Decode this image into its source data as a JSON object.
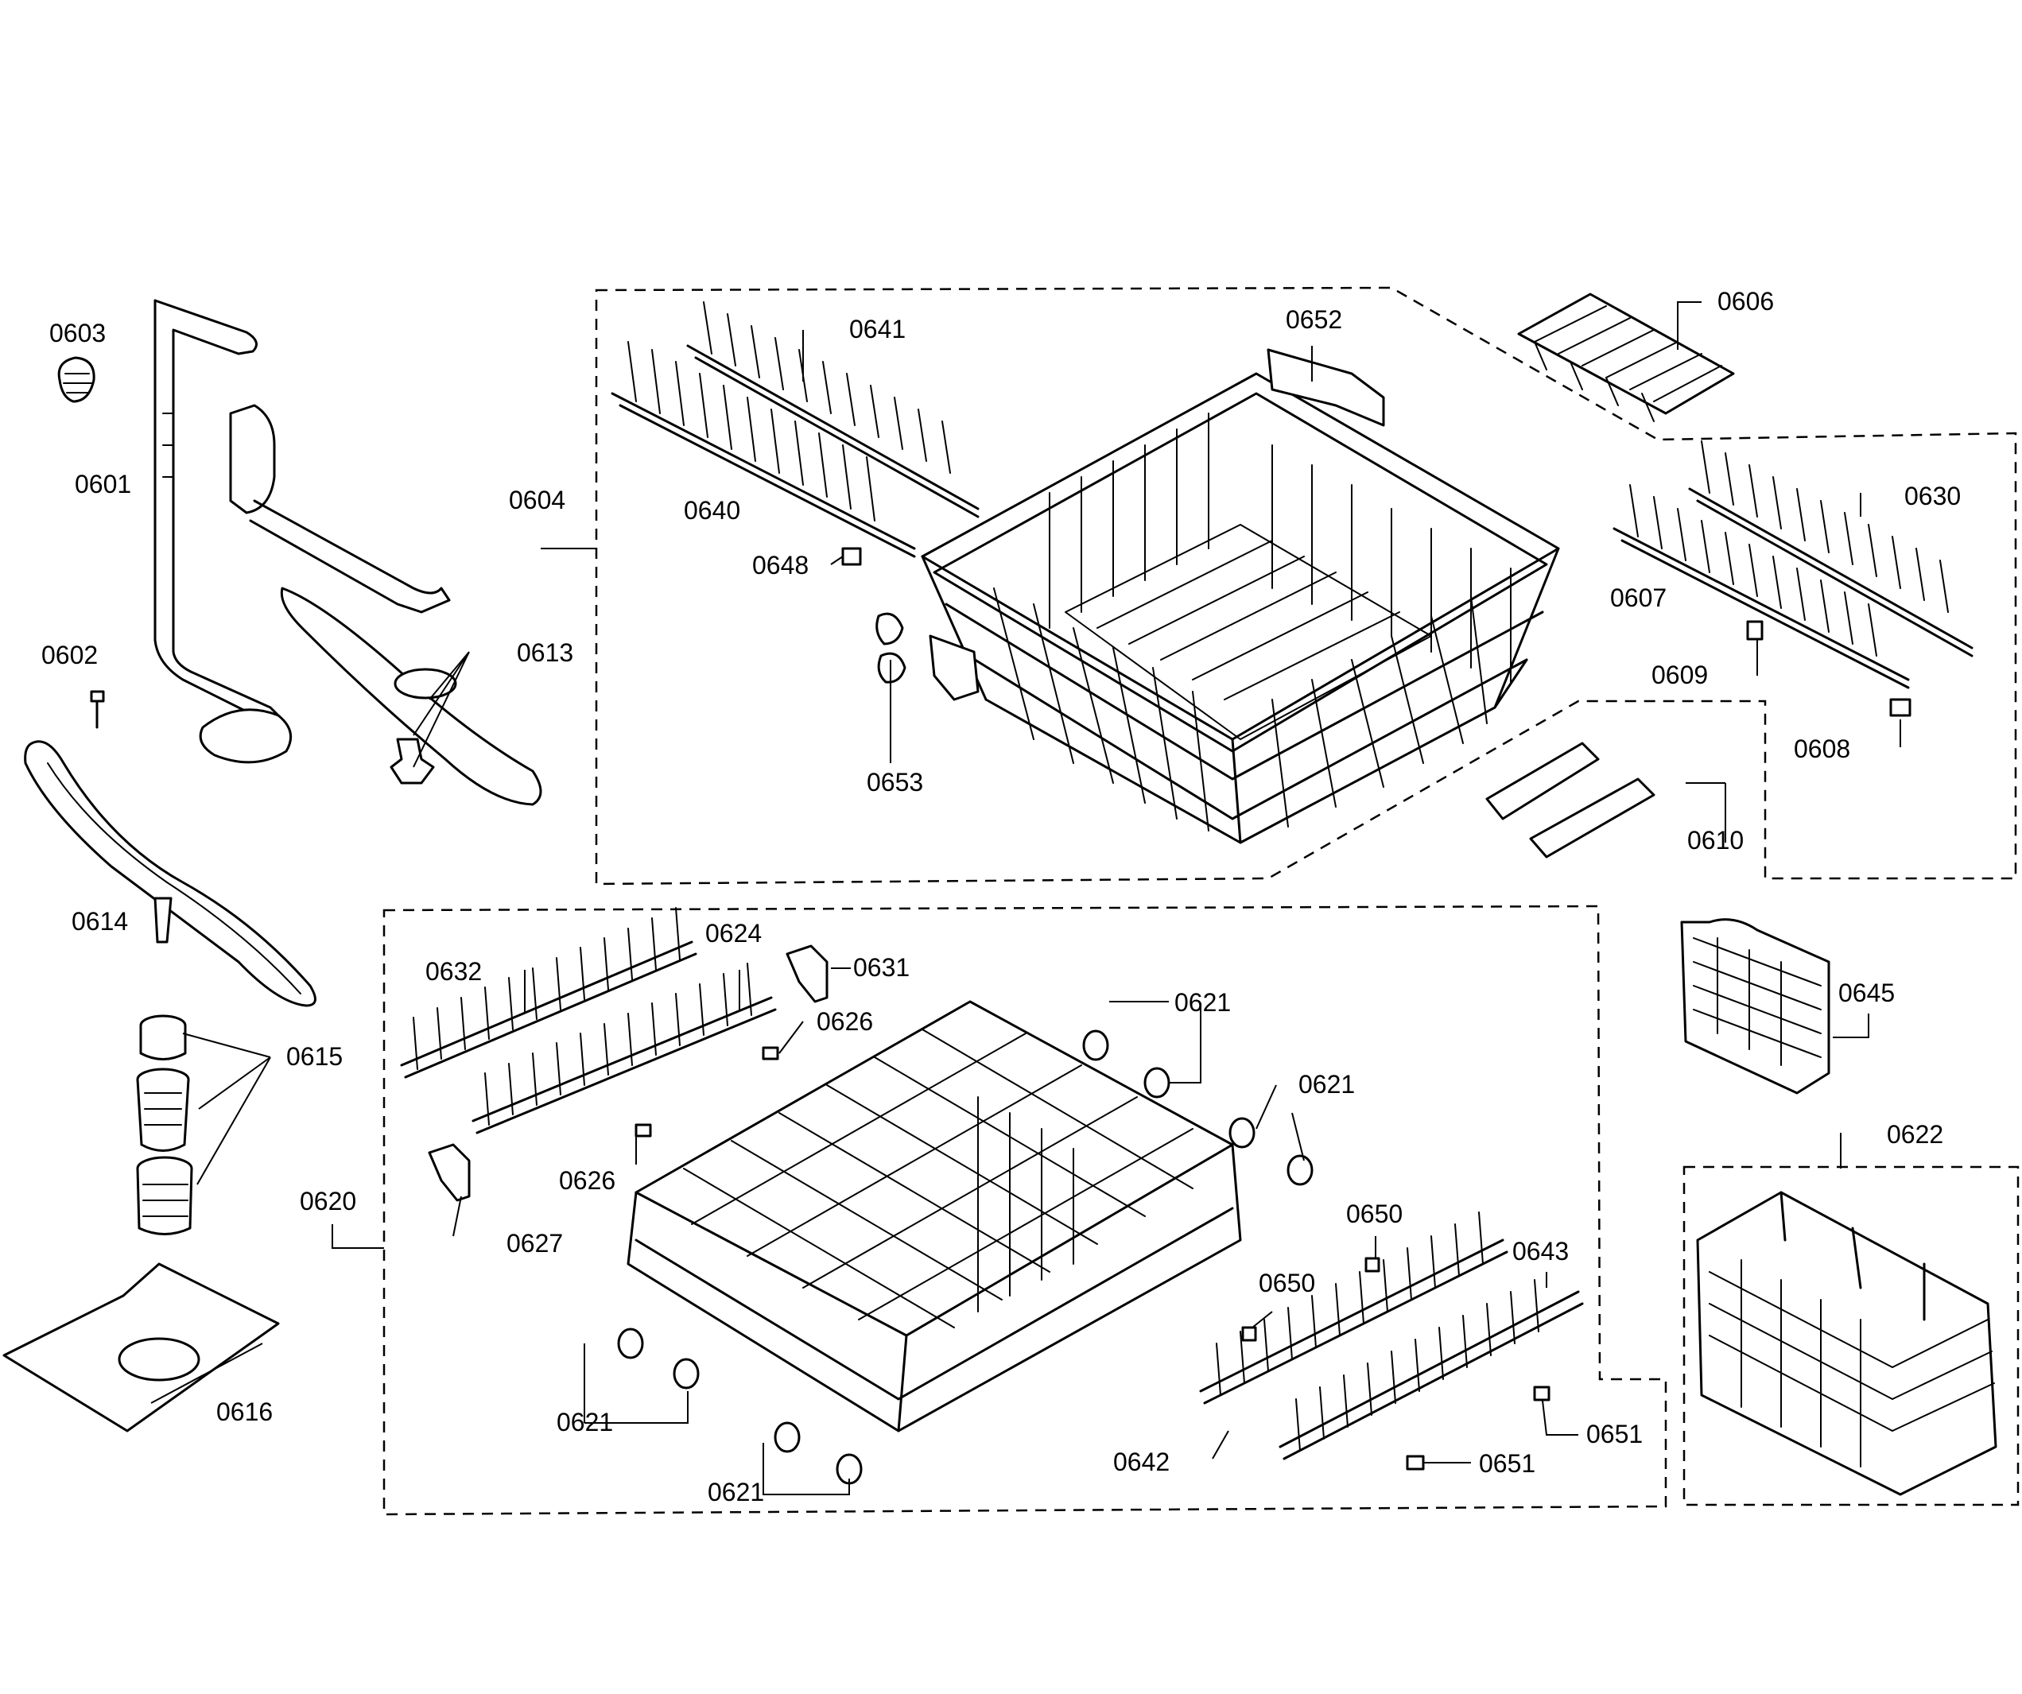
{
  "labels": {
    "l0603": "0603",
    "l0601": "0601",
    "l0602": "0602",
    "l0613": "0613",
    "l0614": "0614",
    "l0615": "0615",
    "l0616": "0616",
    "l0604": "0604",
    "l0641": "0641",
    "l0640": "0640",
    "l0648": "0648",
    "l0652": "0652",
    "l0653": "0653",
    "l0606": "0606",
    "l0630": "0630",
    "l0607": "0607",
    "l0609": "0609",
    "l0608": "0608",
    "l0610": "0610",
    "l0645": "0645",
    "l0622": "0622",
    "l0632": "0632",
    "l0624": "0624",
    "l0631": "0631",
    "l0626a": "0626",
    "l0626b": "0626",
    "l0627": "0627",
    "l0620": "0620",
    "l0621a": "0621",
    "l0621b": "0621",
    "l0621c": "0621",
    "l0621d": "0621",
    "l0650a": "0650",
    "l0650b": "0650",
    "l0643": "0643",
    "l0642": "0642",
    "l0651a": "0651",
    "l0651b": "0651"
  }
}
